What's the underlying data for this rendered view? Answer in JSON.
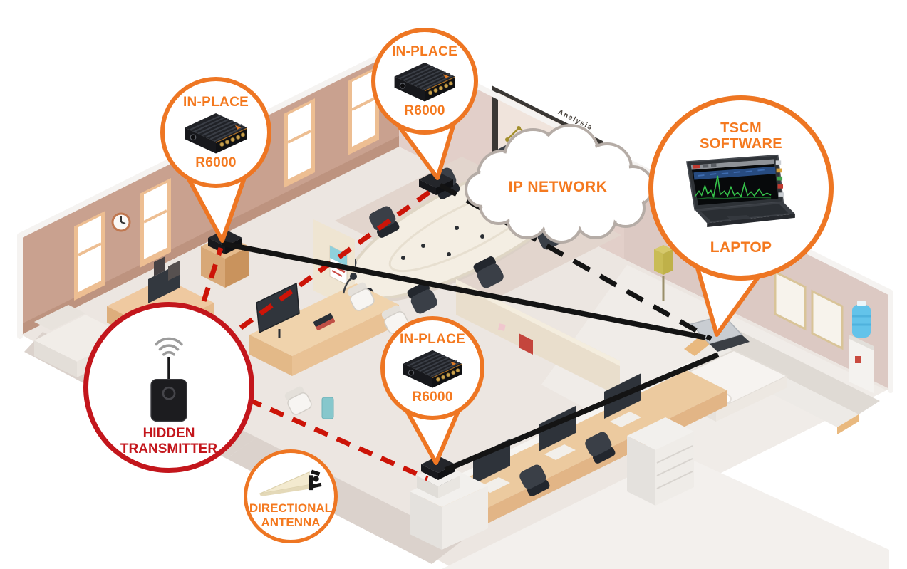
{
  "callouts": {
    "in_place": [
      {
        "title": "IN-PLACE",
        "model": "R6000",
        "icon": "r6000-receiver-icon"
      },
      {
        "title": "IN-PLACE",
        "model": "R6000",
        "icon": "r6000-receiver-icon"
      },
      {
        "title": "IN-PLACE",
        "model": "R6000",
        "icon": "r6000-receiver-icon"
      }
    ],
    "tscm_software": {
      "title": "TSCM SOFTWARE",
      "caption": "LAPTOP",
      "icon": "laptop-spectrum-icon"
    },
    "hidden_transmitter": {
      "label": "HIDDEN TRANSMITTER",
      "icon": "transmitter-icon"
    },
    "directional_antenna": {
      "label": "DIRECTIONAL ANTENNA",
      "icon": "directional-antenna-icon"
    }
  },
  "cloud": {
    "label": "IP NETWORK"
  },
  "whiteboard": {
    "title": "Analysis"
  },
  "colors": {
    "accent_orange": "#EE7623",
    "orange_text": "#F4791F",
    "alert_red": "#C3161C",
    "signal_red_dash": "#CC1408",
    "network_black": "#141414",
    "cloud_outline": "#B5ACA6"
  },
  "connections": [
    {
      "type": "rf-signal",
      "style": "dashed-red",
      "from": "hidden-transmitter",
      "to": "r6000-left-cabinet"
    },
    {
      "type": "rf-signal",
      "style": "dashed-red",
      "from": "hidden-transmitter",
      "to": "r6000-conference-table"
    },
    {
      "type": "rf-signal",
      "style": "dashed-red",
      "from": "hidden-transmitter",
      "to": "r6000-office-desk"
    },
    {
      "type": "network",
      "style": "dashed-black",
      "from": "r6000-conference-table",
      "to": "tscm-laptop",
      "via": "ip-network-cloud"
    },
    {
      "type": "network",
      "style": "solid-black",
      "from": "r6000-left-cabinet",
      "to": "tscm-laptop"
    },
    {
      "type": "network",
      "style": "solid-black",
      "from": "r6000-office-desk",
      "to": "tscm-laptop"
    }
  ]
}
